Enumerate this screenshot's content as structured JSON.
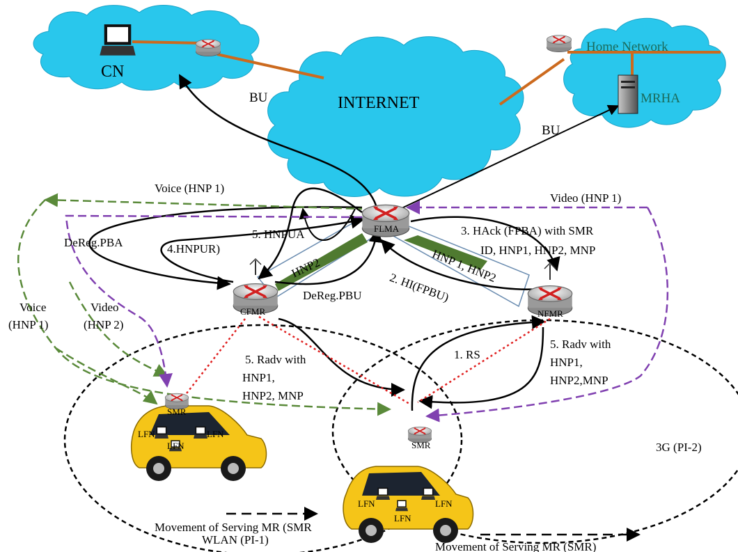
{
  "nodes": {
    "cn": "CN",
    "internet": "INTERNET",
    "home_network": "Home Network",
    "mrha": "MRHA",
    "flma": "FLMA",
    "cfmr": "CFMR",
    "nfmr": "NFMR",
    "smr_left": "SMR",
    "smr_right": "SMR",
    "lfn": "LFN"
  },
  "labels": {
    "bu_left": "BU",
    "bu_right": "BU",
    "voice_top": "Voice (HNP 1)",
    "video_top": "Video (HNP 1)",
    "dereg_pba": "DeReg.PBA",
    "hnpur": "4.HNPUR)",
    "hnpua": "5. HNPUA",
    "hnp2_tunnel": "HNP2",
    "dereg_pbu": "DeReg.PBU",
    "hack_line1": "3. HAck (FPBA) with SMR",
    "hack_line2": "ID, HNP1, HNP2, MNP",
    "hi_fpbu": "2. HI(FPBU)",
    "hnp1_hnp2_tunnel": "HNP 1, HNP2",
    "rs": "1. RS",
    "radv_left_1": "5. Radv with",
    "radv_left_2": "HNP1,",
    "radv_left_3": "HNP2, MNP",
    "radv_right_1": "5. Radv with",
    "radv_right_2": "HNP1,",
    "radv_right_3": "HNP2,MNP",
    "voice_left_1": "Voice",
    "voice_left_2": "(HNP 1)",
    "video_left_1": "Video",
    "video_left_2": "(HNP 2)",
    "zone_3g": "3G (PI-2)",
    "zone_wlan": "WLAN (PI-1)",
    "movement_left": "Movement of Serving MR (SMR",
    "movement_right": "Movement of Serving MR (SMR)"
  },
  "colors": {
    "cloud": "#29c7ec",
    "wired_link": "#cc6a1e",
    "voice": "#5a8a3a",
    "video": "#8040b0",
    "radio": "#e02020",
    "tunnel": "#6a8cb0",
    "tunnel_fill": "#4f7a30",
    "car": "#f5c518"
  }
}
